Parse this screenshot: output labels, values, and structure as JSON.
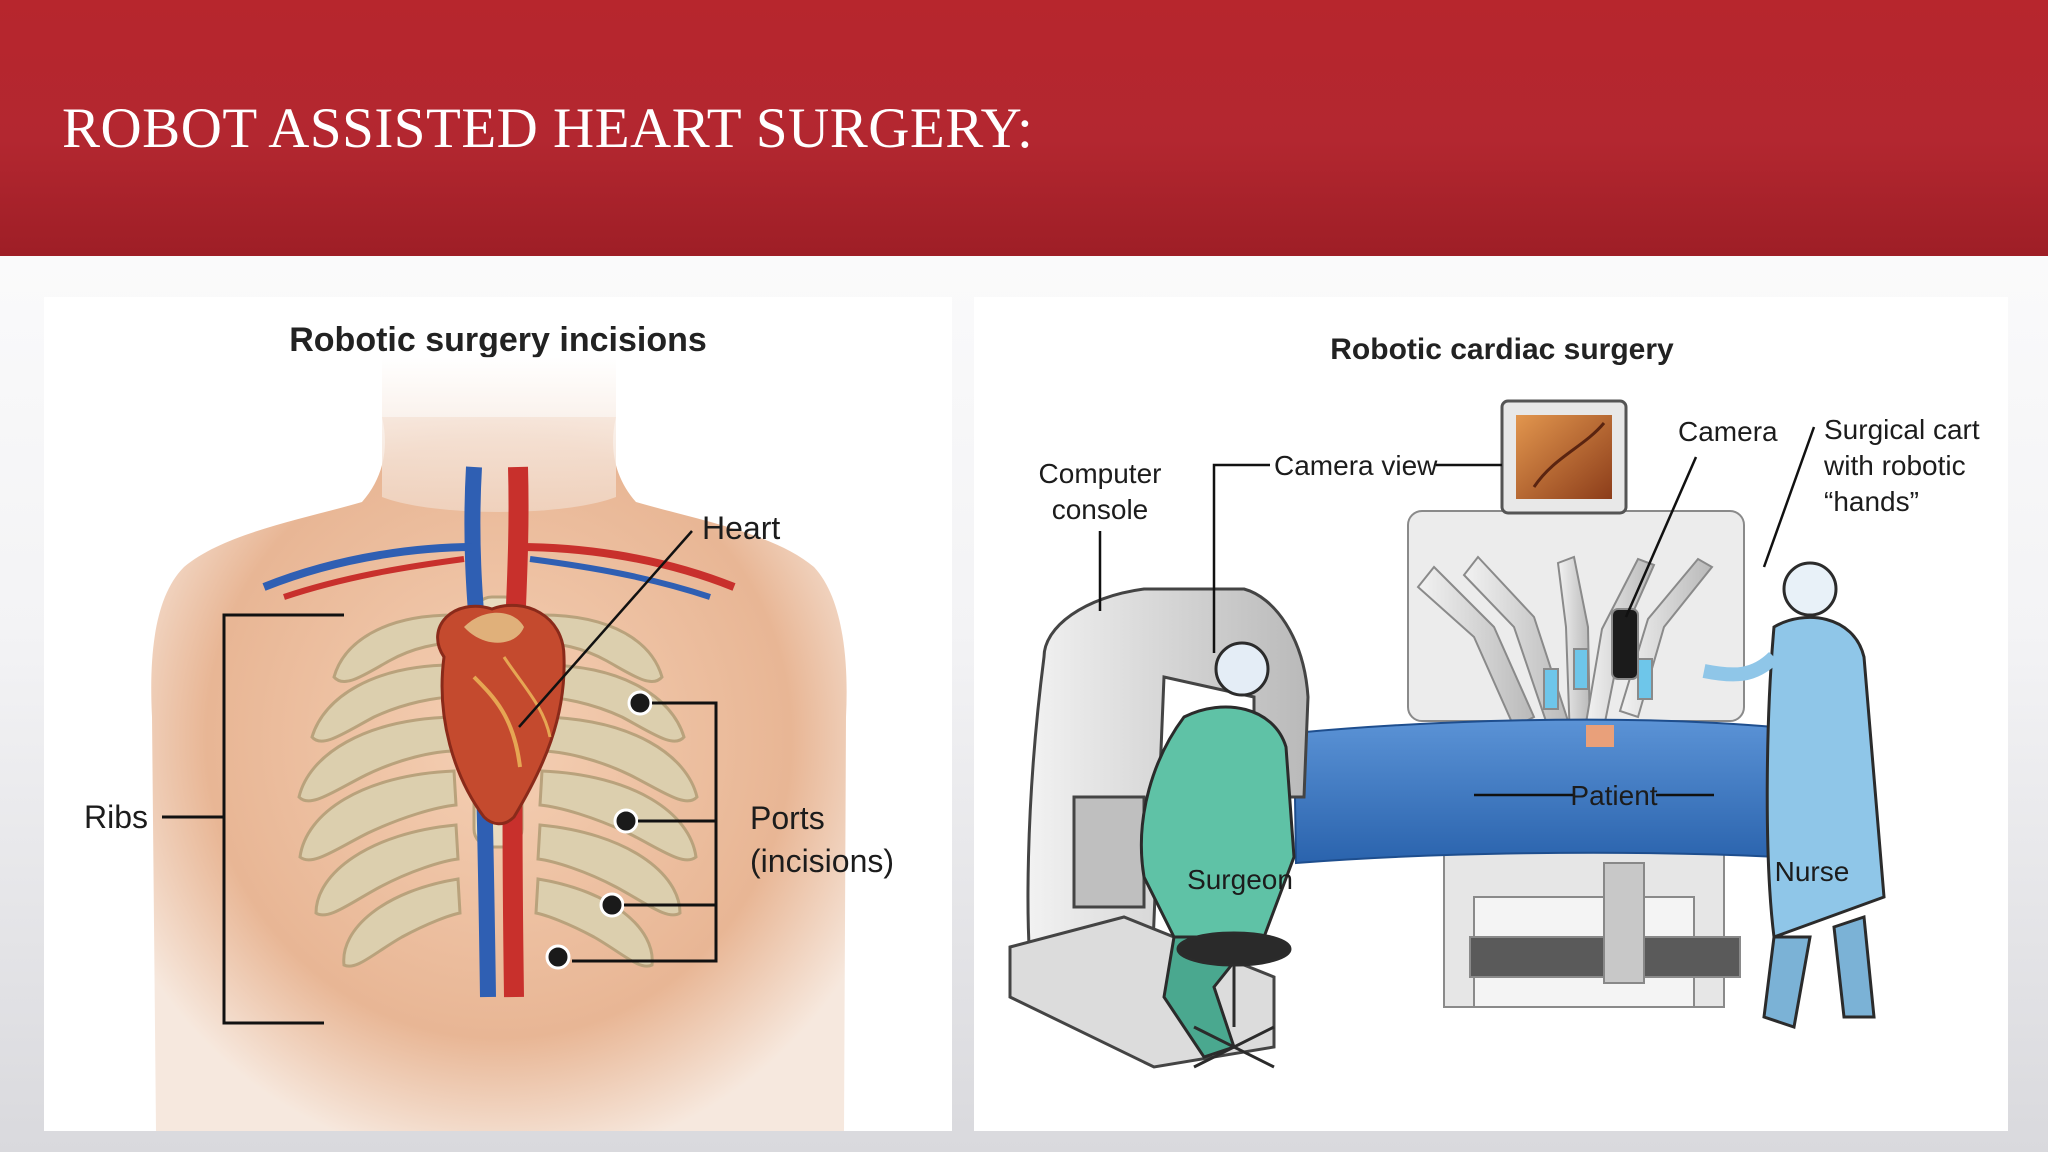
{
  "slide": {
    "title": "ROBOT ASSISTED HEART SURGERY:"
  },
  "left_figure": {
    "title": "Robotic surgery incisions",
    "labels": {
      "heart": "Heart",
      "ribs": "Ribs",
      "ports_line1": "Ports",
      "ports_line2": "(incisions)"
    }
  },
  "right_figure": {
    "title": "Robotic cardiac surgery",
    "labels": {
      "computer_console_line1": "Computer",
      "computer_console_line2": "console",
      "camera_view": "Camera view",
      "camera": "Camera",
      "surgical_cart_line1": "Surgical cart",
      "surgical_cart_line2": "with robotic",
      "surgical_cart_line3": "“hands”",
      "patient": "Patient",
      "surgeon": "Surgeon",
      "nurse": "Nurse"
    }
  },
  "colors": {
    "header_red": "#b3262e",
    "skin": "#e8b896",
    "bone": "#d8c9a6",
    "vein_blue": "#2f5fb3",
    "artery_red": "#c8302c",
    "scrubs_green": "#5fc2a6",
    "gown_blue": "#8fc6e8",
    "table_blue": "#2f6fbe"
  }
}
